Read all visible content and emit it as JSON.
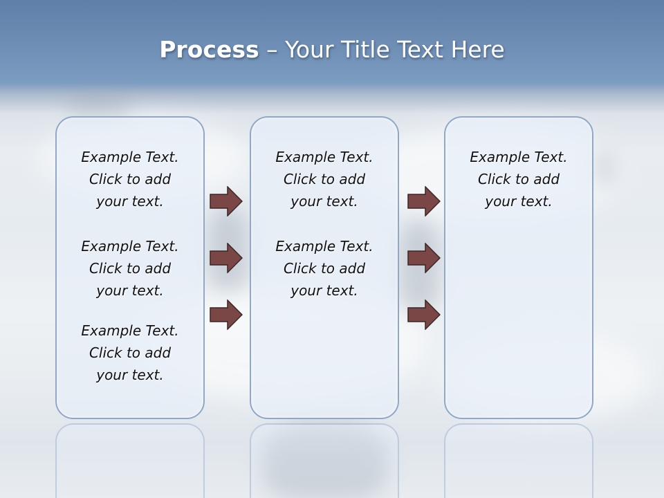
{
  "title": {
    "bold": "Process",
    "rest": " – Your Title Text Here"
  },
  "columns": [
    {
      "blocks": [
        [
          "Example Text.",
          "Click  to add",
          "your text."
        ],
        [
          "Example Text.",
          "Click  to add",
          "your text."
        ],
        [
          "Example Text.",
          "Click  to add",
          "your text."
        ]
      ]
    },
    {
      "blocks": [
        [
          "Example Text.",
          "Click  to add",
          "your text."
        ],
        [
          "Example Text.",
          "Click  to add",
          "your text."
        ]
      ]
    },
    {
      "blocks": [
        [
          "Example Text.",
          "Click  to add",
          "your text."
        ]
      ]
    }
  ],
  "colors": {
    "box_border": "#90a8c8",
    "arrow_fill": "#7a4646",
    "arrow_stroke": "#3a2626"
  }
}
